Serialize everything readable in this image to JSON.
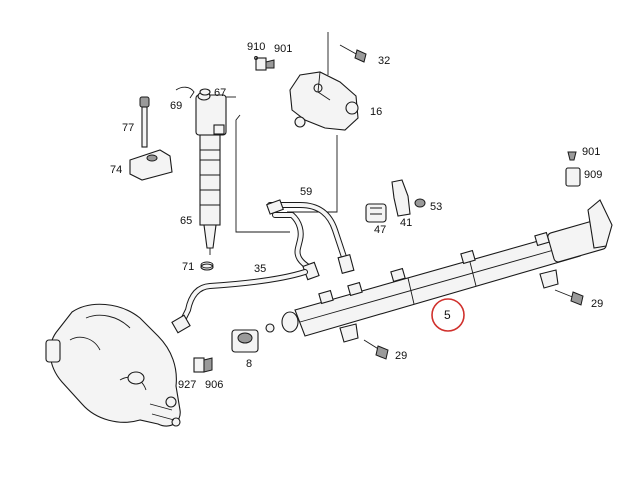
{
  "diagram": {
    "labels": {
      "p910": "910",
      "p901_top": "901",
      "p32": "32",
      "p67": "67",
      "p69": "69",
      "p77": "77",
      "p16": "16",
      "p74": "74",
      "p59": "59",
      "p901_right": "901",
      "p909": "909",
      "p53": "53",
      "p47": "47",
      "p41": "41",
      "p65": "65",
      "p71": "71",
      "p35": "35",
      "p5": "5",
      "p29_right": "29",
      "p29_bottom": "29",
      "p8": "8",
      "p927": "927",
      "p906": "906"
    },
    "highlight_color": "#d0302c"
  }
}
